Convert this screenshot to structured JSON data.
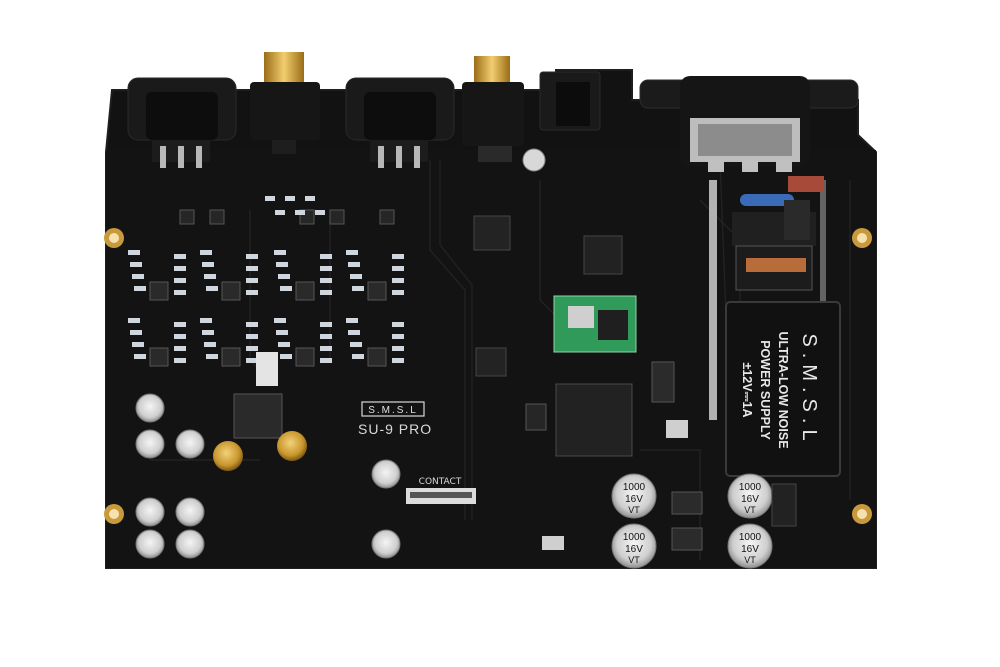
{
  "silkscreen": {
    "brand_small": "S.M.S.L",
    "model": "SU-9 PRO",
    "contact": "CONTACT"
  },
  "power_module": {
    "brand": "S.M.S.L",
    "line1": "ULTRA-LOW NOISE",
    "line2": "POWER SUPPLY",
    "line3": "±12V⎓1A"
  },
  "capacitor_large": {
    "line1": "1000",
    "line2": "16V",
    "line3": "VT"
  },
  "colors": {
    "pcb": "#121212",
    "pcb_edge": "#1c1c1c",
    "bluetooth_module": "#2f9a5a",
    "gold": "#d6a53a",
    "silver": "#c8c8c8"
  }
}
